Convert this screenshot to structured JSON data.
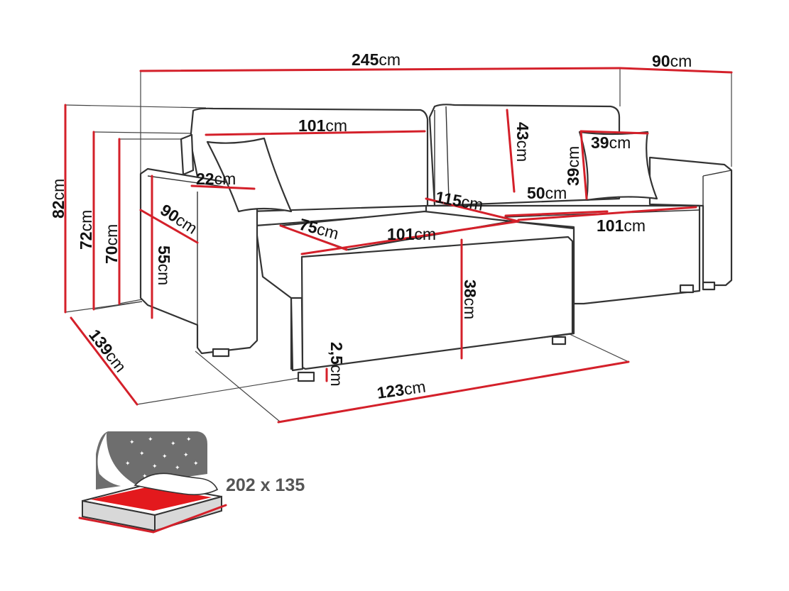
{
  "dimensions": {
    "total_width": {
      "value": "245",
      "unit": "cm"
    },
    "chaise_depth": {
      "value": "90",
      "unit": "cm"
    },
    "back_cushion_left_width": {
      "value": "101",
      "unit": "cm"
    },
    "back_cushion_height": {
      "value": "43",
      "unit": "cm"
    },
    "pillow_width": {
      "value": "39",
      "unit": "cm"
    },
    "pillow_height": {
      "value": "39",
      "unit": "cm"
    },
    "armrest_width": {
      "value": "22",
      "unit": "cm"
    },
    "armrest_depth": {
      "value": "90",
      "unit": "cm"
    },
    "total_height": {
      "value": "82",
      "unit": "cm"
    },
    "back_height": {
      "value": "72",
      "unit": "cm"
    },
    "back_height_inner": {
      "value": "70",
      "unit": "cm"
    },
    "armrest_height": {
      "value": "55",
      "unit": "cm"
    },
    "seat_depth_middle": {
      "value": "115",
      "unit": "cm"
    },
    "seat_depth_chaise": {
      "value": "50",
      "unit": "cm"
    },
    "chaise_seat_width": {
      "value": "101",
      "unit": "cm"
    },
    "seat_depth_front": {
      "value": "75",
      "unit": "cm"
    },
    "seat_width_front": {
      "value": "101",
      "unit": "cm"
    },
    "chaise_front_height": {
      "value": "38",
      "unit": "cm"
    },
    "leg_height": {
      "value": "2,5",
      "unit": "cm"
    },
    "chaise_length": {
      "value": "123",
      "unit": "cm"
    },
    "side_depth": {
      "value": "139",
      "unit": "cm"
    }
  },
  "sleeping_area": {
    "label": "202 x 135"
  },
  "colors": {
    "dimension_line": "#d4202a",
    "outline": "#333333",
    "mattress": "#e3191d",
    "night_sky": "#6e6e6e"
  }
}
